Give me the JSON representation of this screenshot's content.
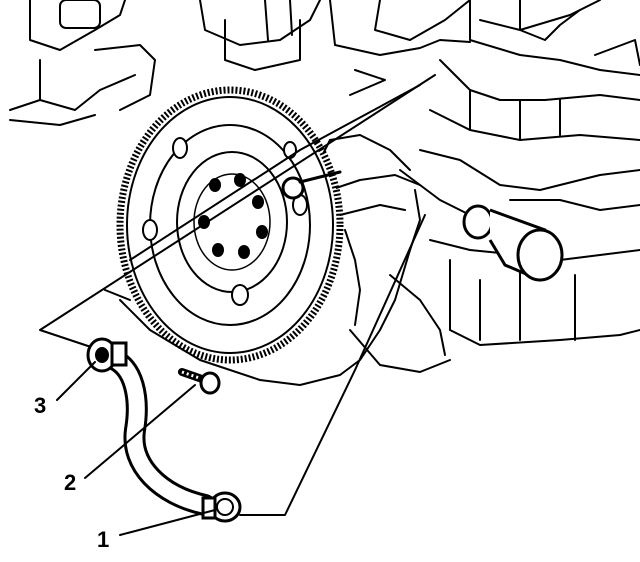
{
  "callouts": [
    {
      "label": "1"
    },
    {
      "label": "2"
    },
    {
      "label": "3"
    }
  ],
  "colors": {
    "ink": "#000000",
    "paper": "#ffffff"
  },
  "components": {
    "flywheel": "flywheel-ring-gear",
    "engine": "engine-block-assembly",
    "pipe": "oil-cooler-line",
    "bolt": "mounting-bolt",
    "fitting_upper": "line-fitting-nut",
    "fitting_lower": "line-fitting-nut"
  }
}
